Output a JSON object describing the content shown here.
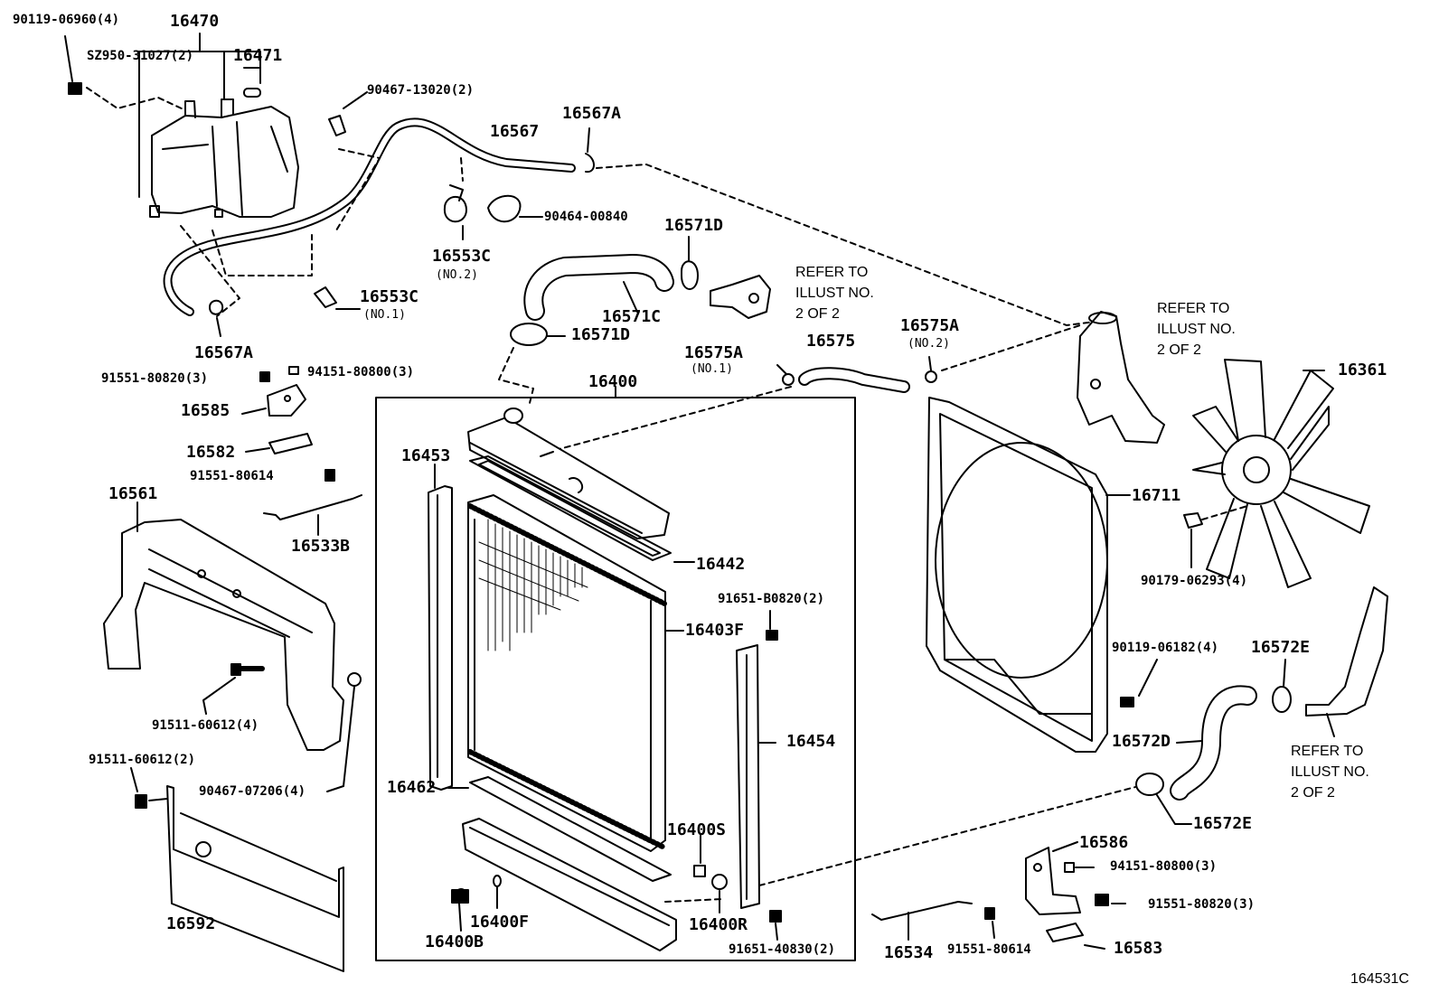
{
  "diagram_ref": "164531C",
  "callouts": {
    "c1": "90119-06960(4)",
    "c2": "16470",
    "c3": "SZ950-31027(2)",
    "c4": "16471",
    "c5": "90467-13020(2)",
    "c6": "16567A",
    "c7": "16567",
    "c8": "90464-00840",
    "c9": "16553C",
    "c10": "(NO.2)",
    "c11": "16553C",
    "c12": "(NO.1)",
    "c13": "16567A",
    "c14": "16571D",
    "c15": "16571C",
    "c16": "16571D",
    "c17": "16575A",
    "c18": "(NO.1)",
    "c19": "16575",
    "c20": "16575A",
    "c21": "(NO.2)",
    "c22": "16361",
    "c23": "91551-80820(3)",
    "c24": "94151-80800(3)",
    "c25": "16585",
    "c26": "16582",
    "c27": "91551-80614",
    "c28": "16561",
    "c29": "16533B",
    "c30": "16400",
    "c31": "16453",
    "c32": "16442",
    "c33": "91651-B0820(2)",
    "c34": "16403F",
    "c35": "16711",
    "c36": "90179-06293(4)",
    "c37": "91511-60612(4)",
    "c38": "91511-60612(2)",
    "c39": "90467-07206(4)",
    "c40": "16454",
    "c41": "16462",
    "c42": "16400S",
    "c43": "16400F",
    "c44": "16400R",
    "c45": "16400B",
    "c46": "91651-40830(2)",
    "c47": "16592",
    "c48": "90119-06182(4)",
    "c49": "16572E",
    "c50": "16572D",
    "c51": "16572E",
    "c52": "16586",
    "c53": "94151-80800(3)",
    "c54": "91551-80820(3)",
    "c55": "16534",
    "c56": "91551-80614",
    "c57": "16583"
  },
  "notes": {
    "n1": [
      "REFER TO",
      "ILLUST NO.",
      "2 OF 2"
    ],
    "n2": [
      "REFER TO",
      "ILLUST NO.",
      "2 OF 2"
    ],
    "n3": [
      "REFER TO",
      "ILLUST NO.",
      "2 OF 2"
    ]
  }
}
